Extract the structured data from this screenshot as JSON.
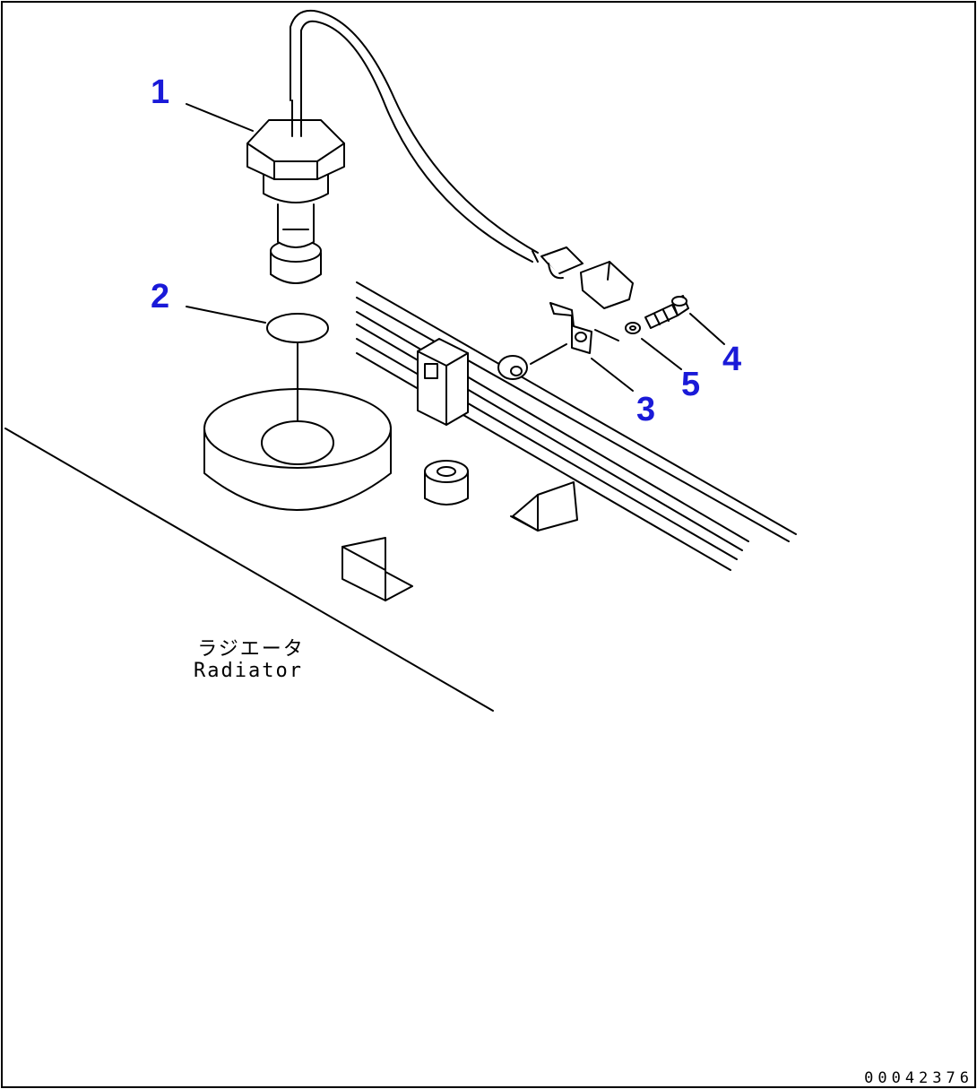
{
  "callouts": [
    {
      "id": "1",
      "label": "1"
    },
    {
      "id": "2",
      "label": "2"
    },
    {
      "id": "3",
      "label": "3"
    },
    {
      "id": "4",
      "label": "4"
    },
    {
      "id": "5",
      "label": "5"
    }
  ],
  "radiator_label": {
    "japanese": "ラジエータ",
    "english": "Radiator"
  },
  "drawing_number": "00042376",
  "colors": {
    "callout": "#1a1ad8",
    "line": "#000000"
  }
}
